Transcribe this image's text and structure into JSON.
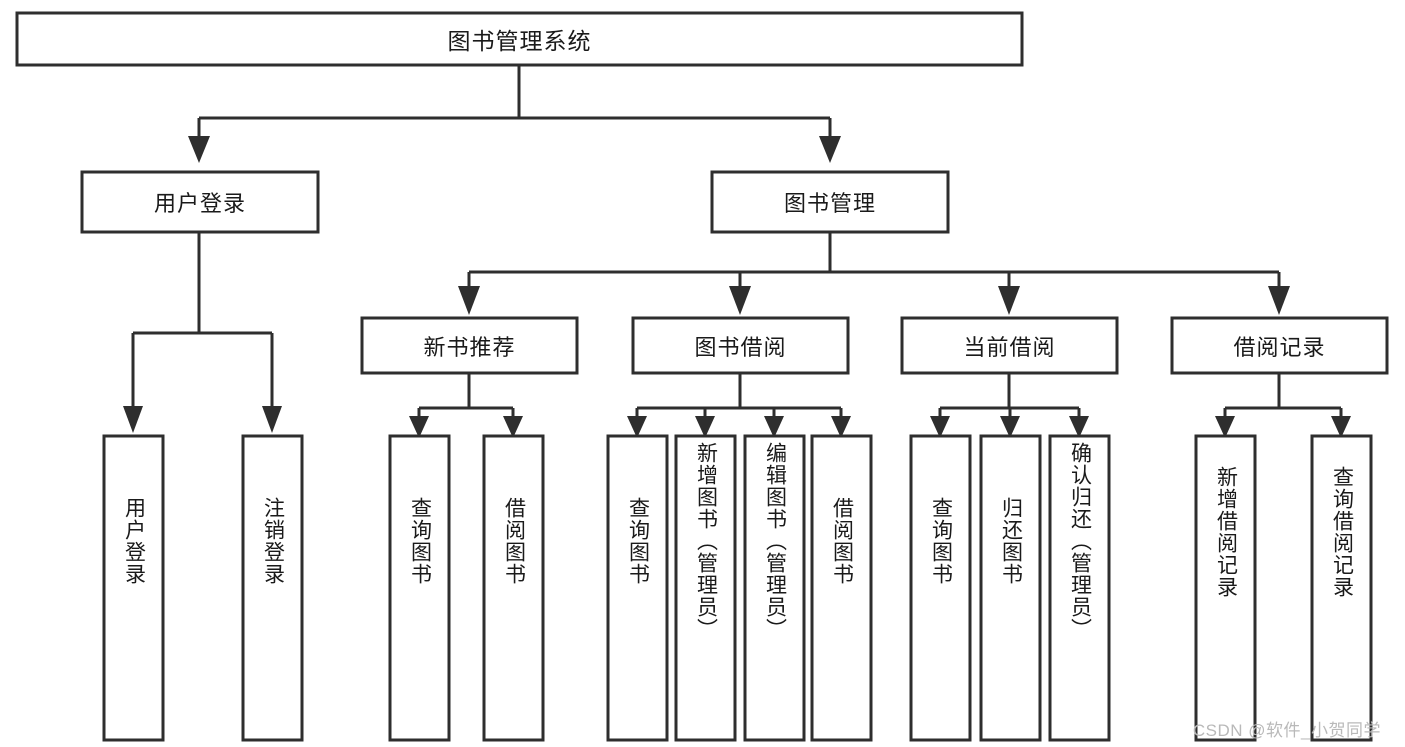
{
  "diagram": {
    "kind": "hierarchy-tree",
    "title": "图书管理系统",
    "colors": {
      "box_stroke": "#2e2e2e",
      "box_fill": "#ffffff",
      "connector": "#2e2e2e",
      "text": "#1a1a1a",
      "watermark": "#b9b9b9",
      "background": "#ffffff"
    },
    "root": {
      "label": "图书管理系统"
    },
    "level1": [
      {
        "label": "用户登录"
      },
      {
        "label": "图书管理"
      }
    ],
    "level2": [
      {
        "label": "新书推荐"
      },
      {
        "label": "图书借阅"
      },
      {
        "label": "当前借阅"
      },
      {
        "label": "借阅记录"
      }
    ],
    "leaves": {
      "user_login": [
        {
          "label": "用户登录"
        },
        {
          "label": "注销登录"
        }
      ],
      "new_book_recommend": [
        {
          "label": "查询图书"
        },
        {
          "label": "借阅图书"
        }
      ],
      "book_borrow": [
        {
          "label": "查询图书"
        },
        {
          "label": "新增图书（管理员）"
        },
        {
          "label": "编辑图书（管理员）"
        },
        {
          "label": "借阅图书"
        }
      ],
      "current_borrow": [
        {
          "label": "查询图书"
        },
        {
          "label": "归还图书"
        },
        {
          "label": "确认归还（管理员）"
        }
      ],
      "borrow_record": [
        {
          "label": "新增借阅记录"
        },
        {
          "label": "查询借阅记录"
        }
      ]
    },
    "watermark": "CSDN @软件_小贺同学"
  }
}
